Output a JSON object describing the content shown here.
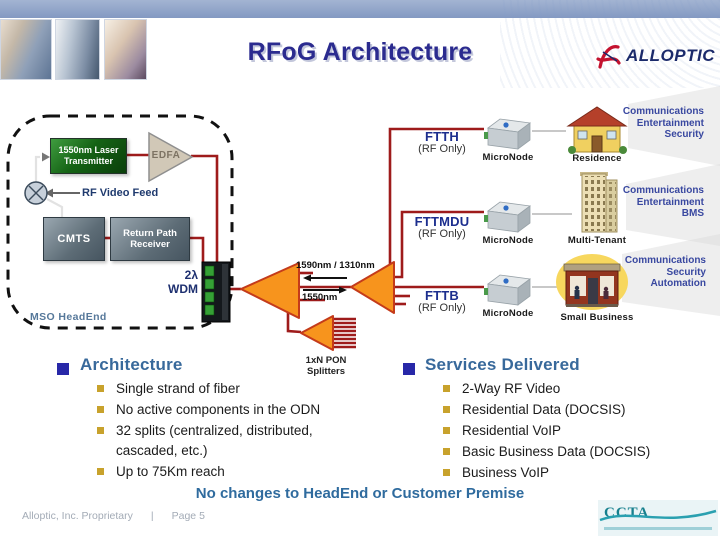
{
  "header": {
    "title": "RFoG Architecture",
    "brand": "ALLOPTIC"
  },
  "headend": {
    "label": "MSO HeadEnd",
    "laser_line1": "1550nm Laser",
    "laser_line2": "Transmitter",
    "edfa": "EDFA",
    "rf_video_feed": "RF Video Feed",
    "cmts": "CMTS",
    "return_path_line1": "Return Path",
    "return_path_line2": "Receiver",
    "wdm_line1": "2λ",
    "wdm_line2": "WDM"
  },
  "odn": {
    "upstream_wavelengths": "1590nm / 1310nm",
    "downstream_wavelength": "1550nm",
    "pon_line1": "1xN PON",
    "pon_line2": "Splitters"
  },
  "rows": [
    {
      "fiber": "FTTH",
      "mode": "(RF Only)",
      "node": "MicroNode",
      "premise": "Residence",
      "services": [
        "Communications",
        "Entertainment",
        "Security"
      ]
    },
    {
      "fiber": "FTTMDU",
      "mode": "(RF Only)",
      "node": "MicroNode",
      "premise": "Multi-Tenant",
      "services": [
        "Communications",
        "Entertainment",
        "BMS"
      ]
    },
    {
      "fiber": "FTTB",
      "mode": "(RF Only)",
      "node": "MicroNode",
      "premise": "Small Business",
      "services": [
        "Communications",
        "Security",
        "Automation"
      ]
    }
  ],
  "architecture": {
    "heading": "Architecture",
    "items": [
      "Single strand of fiber",
      "No active components in the ODN",
      "32 splits (centralized, distributed, cascaded, etc.)",
      "Up to 75Km reach"
    ]
  },
  "services_delivered": {
    "heading": "Services Delivered",
    "items": [
      "2-Way RF Video",
      "Residential Data (DOCSIS)",
      "Residential VoIP",
      "Basic Business Data (DOCSIS)",
      "Business VoIP"
    ]
  },
  "tagline": "No changes to HeadEnd or Customer Premise",
  "footer": {
    "proprietary": "Alloptic, Inc. Proprietary",
    "separator": "|",
    "page": "Page 5",
    "association": "CCTA"
  },
  "colors": {
    "line_red": "#9e1b1b",
    "splitter_orange": "#f7941d",
    "navy": "#1c2e8e",
    "heading_blue": "#38699b",
    "bullet_gold": "#c8a22c",
    "top_bar": "#8da5c6"
  }
}
